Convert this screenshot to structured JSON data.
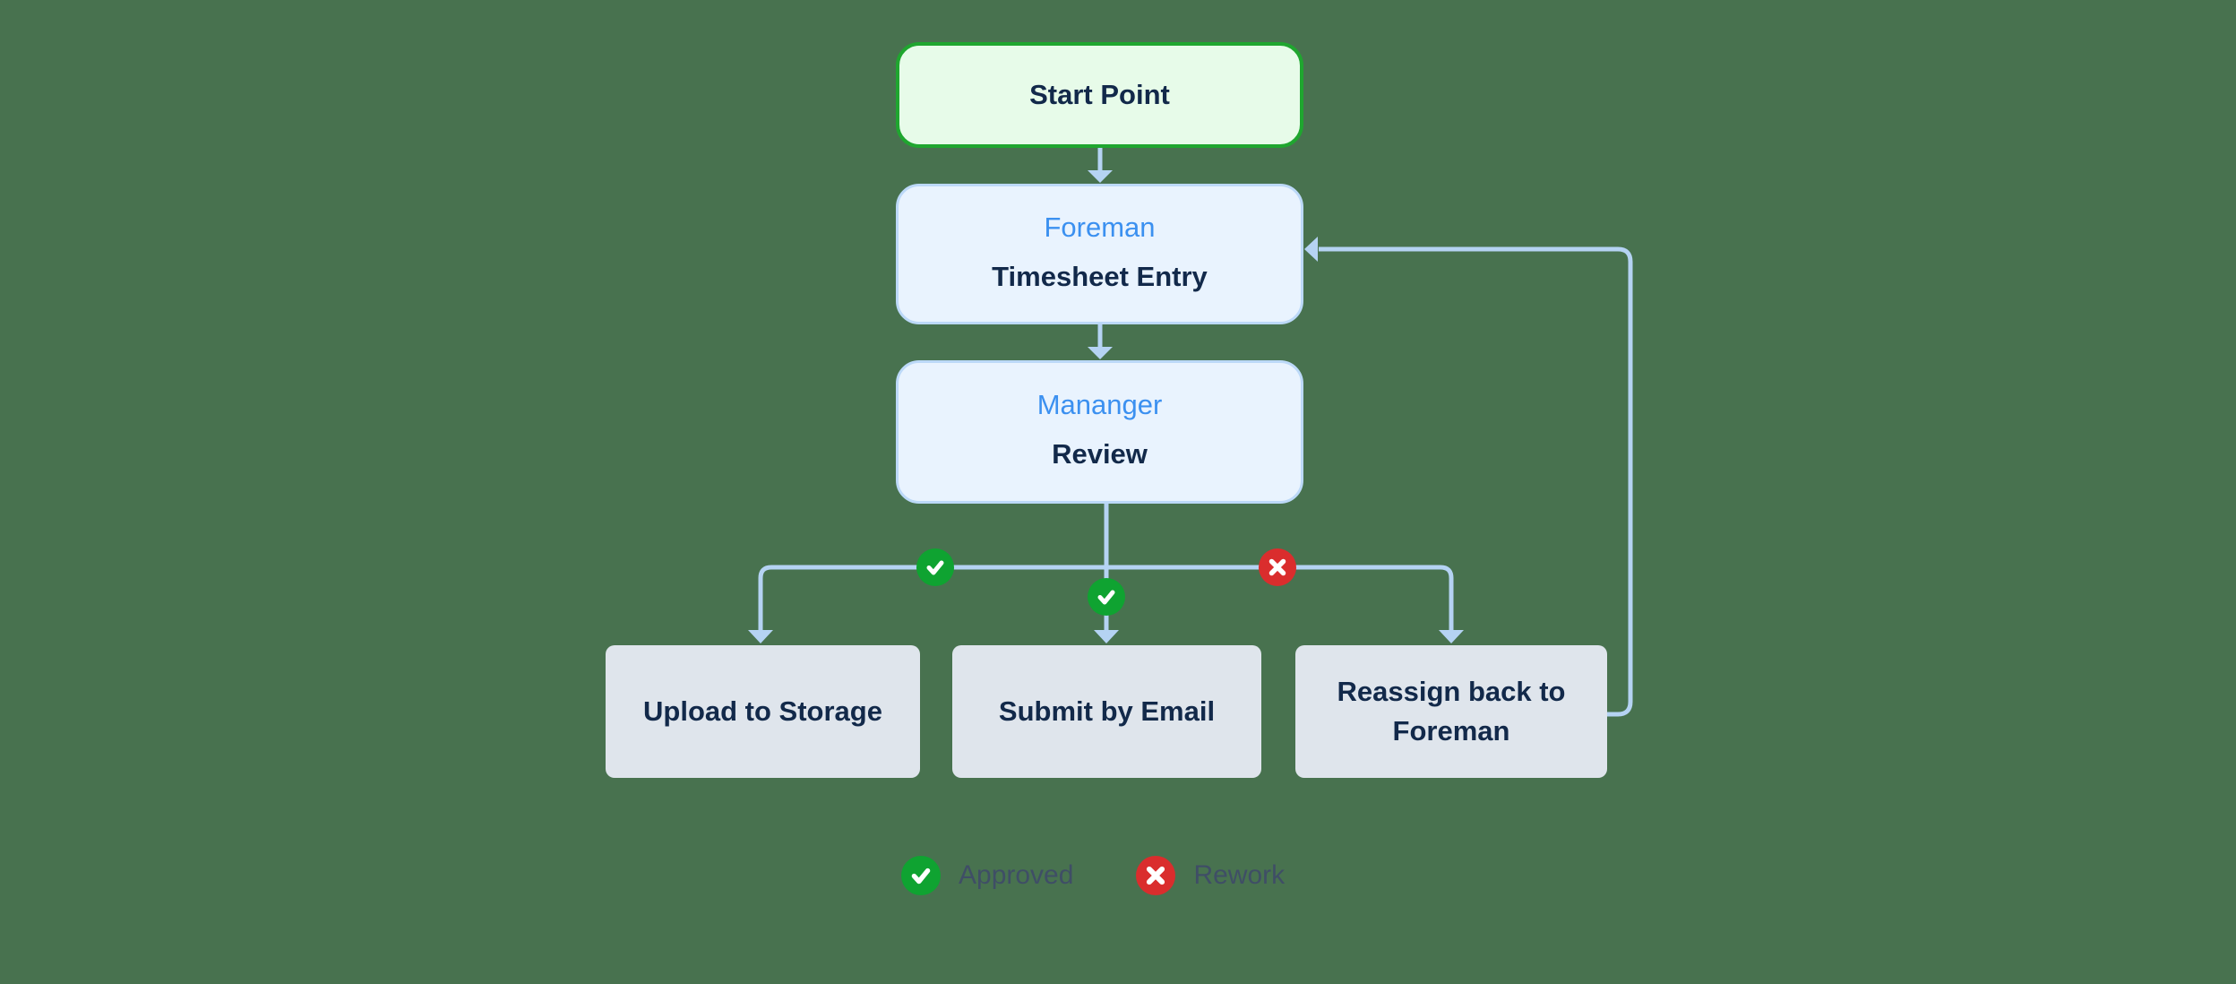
{
  "canvas": {
    "background_color": "#48724F"
  },
  "flowchart": {
    "nodes": {
      "start": {
        "label": "Start Point"
      },
      "foreman": {
        "role": "Foreman",
        "title": "Timesheet Entry"
      },
      "manager": {
        "role": "Mananger",
        "title": "Review"
      },
      "upload": {
        "label": "Upload to Storage"
      },
      "email": {
        "label": "Submit by Email"
      },
      "reassign": {
        "label": "Reassign back to Foreman"
      }
    },
    "edges": [
      {
        "from": "start",
        "to": "foreman"
      },
      {
        "from": "foreman",
        "to": "manager"
      },
      {
        "from": "manager",
        "to": "upload",
        "badge": "approved"
      },
      {
        "from": "manager",
        "to": "email",
        "badge": "approved"
      },
      {
        "from": "manager",
        "to": "reassign",
        "badge": "rework"
      },
      {
        "from": "reassign",
        "to": "foreman",
        "note": "feedback-loop"
      }
    ],
    "badges": {
      "approved": {
        "icon": "check-circle-icon",
        "color": "#0FA331"
      },
      "rework": {
        "icon": "x-circle-icon",
        "color": "#DA2D2D"
      }
    },
    "legend": {
      "approved_label": "Approved",
      "rework_label": "Rework"
    },
    "colors": {
      "background": "#48724F",
      "connector": "#B5D3F3",
      "start_fill": "#E7FBE9",
      "start_border": "#1FA62F",
      "process_fill": "#E9F3FE",
      "process_border": "#BCD9F8",
      "action_fill": "#DFE5EC",
      "role_text": "#3B90F0",
      "title_text": "#12294A",
      "legend_text": "#3F4E66",
      "approved_green": "#0FA331",
      "rework_red": "#DA2D2D"
    }
  }
}
